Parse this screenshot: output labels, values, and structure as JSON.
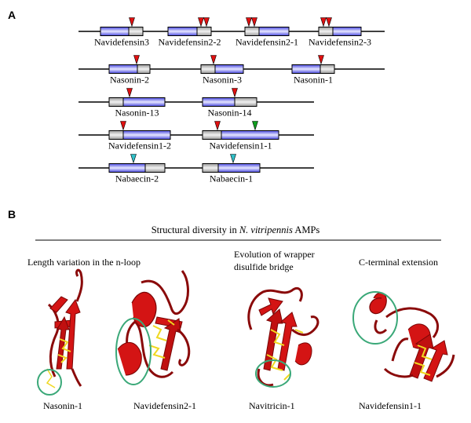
{
  "panel_a": {
    "letter": "A",
    "rows": [
      {
        "genes": [
          {
            "label": "Navidefensin3",
            "order": "blue-grey",
            "markers": [
              "red"
            ]
          },
          {
            "label": "Navidefensin2-2",
            "order": "blue-grey",
            "markers": [
              "red",
              "red"
            ]
          },
          {
            "label": "Navidefensin2-1",
            "order": "grey-blue",
            "markers": [
              "red",
              "red"
            ]
          },
          {
            "label": "Navidefensin2-3",
            "order": "grey-blue",
            "markers": [
              "red",
              "red"
            ]
          }
        ]
      },
      {
        "genes": [
          {
            "label": "Nasonin-2",
            "order": "blue-grey",
            "markers": [
              "red"
            ]
          },
          {
            "label": "Nasonin-3",
            "order": "grey-blue",
            "markers": [
              "red"
            ]
          },
          {
            "label": "Nasonin-1",
            "order": "blue-grey",
            "markers": [
              "red"
            ]
          }
        ]
      },
      {
        "genes": [
          {
            "label": "Nasonin-13",
            "order": "grey-blue",
            "markers": [
              "red"
            ]
          },
          {
            "label": "Nasonin-14",
            "order": "blue-grey",
            "markers": [
              "red"
            ]
          }
        ]
      },
      {
        "genes": [
          {
            "label": "Navidefensin1-2",
            "order": "grey-blue",
            "markers": [
              "red"
            ]
          },
          {
            "label": "Navidefensin1-1",
            "order": "grey-blue",
            "markers": [
              "red",
              "green"
            ]
          }
        ]
      },
      {
        "genes": [
          {
            "label": "Nabaecin-2",
            "order": "blue-grey",
            "markers": [
              "cyan"
            ]
          },
          {
            "label": "Nabaecin-1",
            "order": "grey-blue",
            "markers": [
              "cyan"
            ]
          }
        ]
      }
    ]
  },
  "panel_b": {
    "letter": "B",
    "title_prefix": "Structural diversity in ",
    "title_species": "N. vitripennis",
    "title_suffix": " AMPs",
    "subtitle_1": "Length variation in the n-loop",
    "subtitle_2_line1": "Evolution of wrapper",
    "subtitle_2_line2": "disulfide bridge",
    "subtitle_3": "C-terminal extension",
    "structures": [
      {
        "label": "Nasonin-1"
      },
      {
        "label": "Navidefensin2-1"
      },
      {
        "label": "Navitricin-1"
      },
      {
        "label": "Navidefensin1-1"
      }
    ]
  },
  "colors": {
    "exon_blue": "#7b7bf0",
    "exon_grey": "#c8c8c8",
    "marker_red": "#e01010",
    "marker_green": "#10a020",
    "marker_cyan": "#30c0c8",
    "ribbon_red": "#d41414",
    "disulfide_yellow": "#f0d820",
    "circle_green": "#3aa878"
  }
}
